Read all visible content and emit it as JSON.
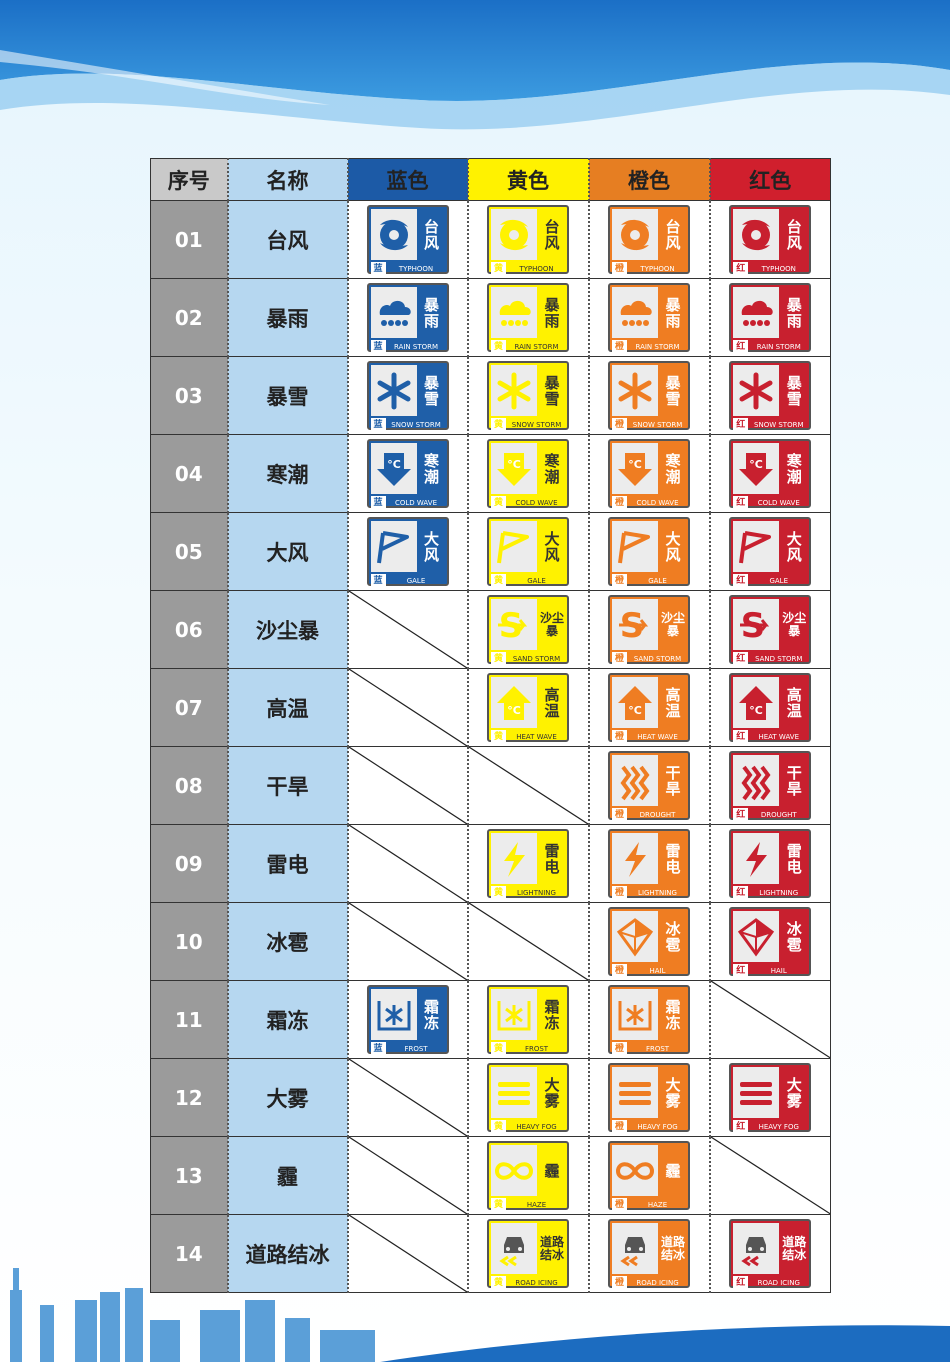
{
  "headers": {
    "number": "序号",
    "name": "名称",
    "blue": "蓝色",
    "yellow": "黄色",
    "orange": "橙色",
    "red": "红色"
  },
  "colors": {
    "blue": "#1f5fa8",
    "yellow": "#fff200",
    "orange": "#ef7d22",
    "red": "#c8202f",
    "header_blue": "#1c5aa6",
    "header_yellow": "#fff200",
    "header_orange": "#e67e22",
    "header_red": "#d01f2d"
  },
  "level_marks": {
    "blue": "蓝",
    "yellow": "黄",
    "orange": "橙",
    "red": "红"
  },
  "rows": [
    {
      "no": "01",
      "name": "台风",
      "sign_name": "台风",
      "en": "TYPHOON",
      "icon": "typhoon-icon",
      "levels": [
        "blue",
        "yellow",
        "orange",
        "red"
      ]
    },
    {
      "no": "02",
      "name": "暴雨",
      "sign_name": "暴雨",
      "en": "RAIN STORM",
      "icon": "rain-cloud-icon",
      "levels": [
        "blue",
        "yellow",
        "orange",
        "red"
      ]
    },
    {
      "no": "03",
      "name": "暴雪",
      "sign_name": "暴雪",
      "en": "SNOW STORM",
      "icon": "snowflake-icon",
      "levels": [
        "blue",
        "yellow",
        "orange",
        "red"
      ]
    },
    {
      "no": "04",
      "name": "寒潮",
      "sign_name": "寒潮",
      "en": "COLD WAVE",
      "icon": "temperature-down-icon",
      "levels": [
        "blue",
        "yellow",
        "orange",
        "red"
      ]
    },
    {
      "no": "05",
      "name": "大风",
      "sign_name": "大风",
      "en": "GALE",
      "icon": "flag-icon",
      "levels": [
        "blue",
        "yellow",
        "orange",
        "red"
      ]
    },
    {
      "no": "06",
      "name": "沙尘暴",
      "sign_name": "沙尘暴",
      "en": "SAND STORM",
      "icon": "sand-storm-icon",
      "levels": [
        "yellow",
        "orange",
        "red"
      ]
    },
    {
      "no": "07",
      "name": "高温",
      "sign_name": "高温",
      "en": "HEAT WAVE",
      "icon": "temperature-up-icon",
      "levels": [
        "yellow",
        "orange",
        "red"
      ]
    },
    {
      "no": "08",
      "name": "干旱",
      "sign_name": "干旱",
      "en": "DROUGHT",
      "icon": "drought-waves-icon",
      "levels": [
        "orange",
        "red"
      ]
    },
    {
      "no": "09",
      "name": "雷电",
      "sign_name": "雷电",
      "en": "LIGHTNING",
      "icon": "lightning-icon",
      "levels": [
        "yellow",
        "orange",
        "red"
      ]
    },
    {
      "no": "10",
      "name": "冰雹",
      "sign_name": "冰雹",
      "en": "HAIL",
      "icon": "hail-icon",
      "levels": [
        "orange",
        "red"
      ]
    },
    {
      "no": "11",
      "name": "霜冻",
      "sign_name": "霜冻",
      "en": "FROST",
      "icon": "frost-icon",
      "levels": [
        "blue",
        "yellow",
        "orange"
      ]
    },
    {
      "no": "12",
      "name": "大雾",
      "sign_name": "大雾",
      "en": "HEAVY FOG",
      "icon": "fog-icon",
      "levels": [
        "yellow",
        "orange",
        "red"
      ]
    },
    {
      "no": "13",
      "name": "霾",
      "sign_name": "霾",
      "en": "HAZE",
      "icon": "haze-icon",
      "levels": [
        "yellow",
        "orange"
      ]
    },
    {
      "no": "14",
      "name": "道路结冰",
      "sign_name": "道路结冰",
      "en": "ROAD ICING",
      "icon": "road-icing-icon",
      "levels": [
        "yellow",
        "orange",
        "red"
      ]
    }
  ]
}
